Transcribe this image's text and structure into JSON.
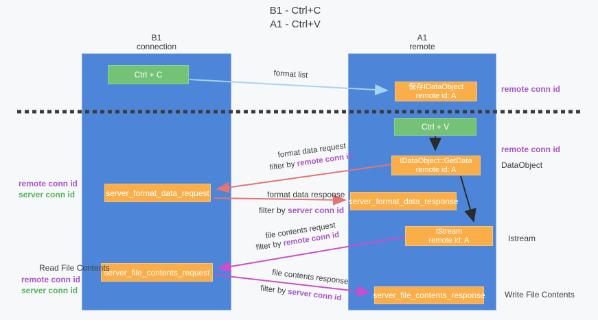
{
  "colors": {
    "background": "#f7f8f9",
    "lane_blue": "#4d86d8",
    "node_orange": "#f9ae49",
    "node_green": "#74c276",
    "arrow_light_blue": "#a5d3f0",
    "arrow_red": "#e57373",
    "arrow_magenta": "#cc4ccc",
    "arrow_black": "#2b2b2b",
    "label_purple": "#a855c8",
    "label_green": "#55b559"
  },
  "title": {
    "line1": "B1 - Ctrl+C",
    "line2": "A1 - Ctrl+V"
  },
  "lanes": {
    "left": {
      "name": "B1",
      "role": "connection"
    },
    "right": {
      "name": "A1",
      "role": "remote"
    }
  },
  "nodes": {
    "ctrl_c": {
      "label": "Ctrl + C"
    },
    "save_dataobject": {
      "line1": "保存IDataObject",
      "line2": "remote id: A"
    },
    "ctrl_v": {
      "label": "Ctrl + V"
    },
    "getdata": {
      "line1": "IDataObject::GetData",
      "line2": "remote id: A"
    },
    "format_request": {
      "label": "server_format_data_request"
    },
    "format_response": {
      "label": "server_format_data_response"
    },
    "istream": {
      "line1": "IStream",
      "line2": "remote id: A"
    },
    "file_request": {
      "label": "server_file_contents_request"
    },
    "file_response": {
      "label": "server_file_contents_response"
    }
  },
  "arrow_labels": {
    "format_list": "format list",
    "format_data_request": "format data request",
    "format_data_response": "format data response",
    "file_contents_request": "file contents request",
    "file_contents_response": "file contents response",
    "filter_by": "filter by",
    "remote_conn_id": "remote conn id",
    "server_conn_id": "server conn id"
  },
  "side_labels": {
    "right_top_remote_conn_id": "remote conn id",
    "right_mid_remote_conn_id": "remote conn id",
    "dataobject": "DataObject",
    "istream": "Istream",
    "write_file_contents": "Write File Contents",
    "left_remote_conn_id_1": "remote conn id",
    "left_server_conn_id_1": "server conn id",
    "read_file_contents": "Read File Contents",
    "left_remote_conn_id_2": "remote conn id",
    "left_server_conn_id_2": "server conn id"
  }
}
